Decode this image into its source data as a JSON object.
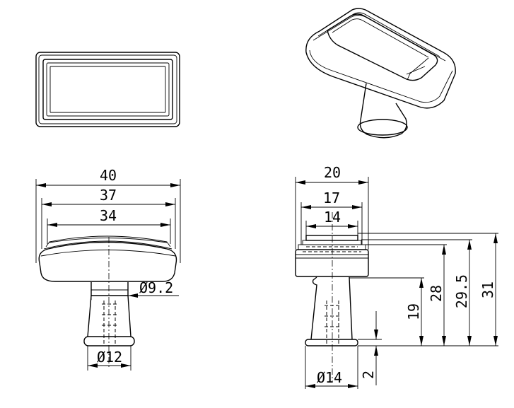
{
  "dimensions": {
    "front_width_overall": "40",
    "front_width_mid": "37",
    "front_width_inner": "34",
    "front_neck_dia": "Ø9.2",
    "front_base_dia": "Ø12",
    "side_width_overall": "20",
    "side_width_mid": "17",
    "side_width_inner": "14",
    "side_base_dia": "Ø14",
    "height_base": "2",
    "height_neck": "19",
    "height_body": "28",
    "height_mid": "29.5",
    "height_overall": "31"
  }
}
